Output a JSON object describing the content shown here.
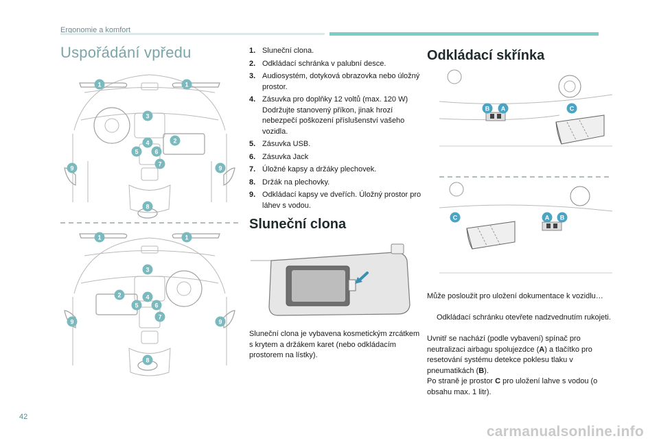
{
  "header": {
    "section": "Ergonomie a komfort"
  },
  "left": {
    "title": "Uspořádání vpředu"
  },
  "list": [
    {
      "num": "1.",
      "text": "Sluneční clona."
    },
    {
      "num": "2.",
      "text": "Odkládací schránka v palubní desce."
    },
    {
      "num": "3.",
      "text": "Audiosystém, dotyková obrazovka nebo úložný prostor."
    },
    {
      "num": "4.",
      "text": "Zásuvka pro doplňky 12 voltů (max. 120 W) Dodržujte stanovený příkon, jinak hrozí nebezpečí poškození příslušenství vašeho vozidla."
    },
    {
      "num": "5.",
      "text": "Zásuvka USB."
    },
    {
      "num": "6.",
      "text": "Zásuvka Jack"
    },
    {
      "num": "7.",
      "text": "Úložné kapsy a držáky plechovek."
    },
    {
      "num": "8.",
      "text": "Držák na plechovky."
    },
    {
      "num": "9.",
      "text": "Odkládací kapsy ve dveřích. Úložný prostor pro láhev s vodou."
    }
  ],
  "sun_visor": {
    "title": "Sluneční clona",
    "text": "Sluneční clona je vybavena kosmetickým zrcátkem s krytem a držákem karet (nebo odkládacím prostorem na lístky)."
  },
  "glovebox": {
    "title": "Odkládací skřínka",
    "p1": "Může posloužit pro uložení dokumentace k vozidlu…",
    "bullet_marker": "",
    "bullet": "Odkládací schránku otevřete nadzvednutím rukojeti.",
    "p2_pre": "Uvnitř se nachází (podle vybavení) spínač pro neutralizaci airbagu spolujezdce (",
    "p2_a": "A",
    "p2_mid": ") a tlačítko pro resetování systému detekce poklesu tlaku v pneumatikách (",
    "p2_b": "B",
    "p2_post": ").",
    "p3_pre": "Po straně je prostor ",
    "p3_c": "C",
    "p3_post": " pro uložení lahve s vodou (o obsahu max. 1 litr)."
  },
  "badges": {
    "n1": "1",
    "n2": "2",
    "n3": "3",
    "n4": "4",
    "n5": "5",
    "n6": "6",
    "n7": "7",
    "n8": "8",
    "n9": "9",
    "a": "A",
    "b": "B",
    "c": "C"
  },
  "footer": {
    "page": "42",
    "watermark": "carmanualsonline.info"
  }
}
